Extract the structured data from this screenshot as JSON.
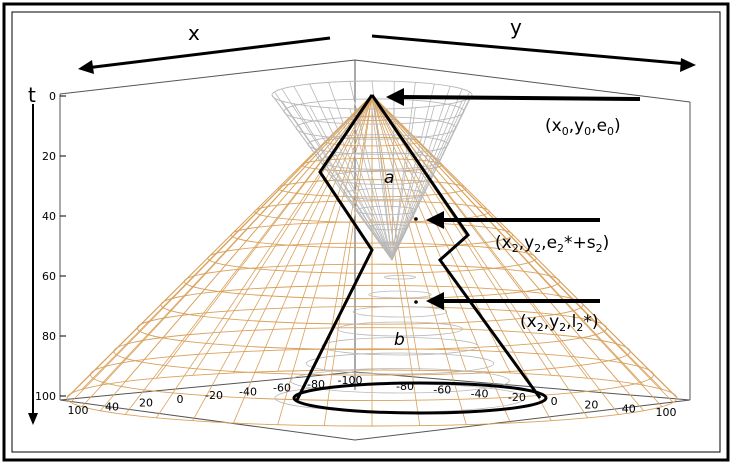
{
  "axes": {
    "x_label": "x",
    "y_label": "y",
    "t_label": "t",
    "t_ticks": [
      "0",
      "20",
      "40",
      "60",
      "80",
      "100"
    ],
    "left_base_ticks": [
      "100",
      "40",
      "20",
      "0",
      "-20",
      "-40",
      "-60",
      "-80",
      "-100"
    ],
    "right_base_ticks": [
      "-80",
      "-60",
      "-40",
      "-20",
      "0",
      "20",
      "40",
      "100"
    ]
  },
  "regions": {
    "upper": "a",
    "lower": "b"
  },
  "annotations": {
    "apex": {
      "base": "(x",
      "s1": "0",
      "m1": ",y",
      "s2": "0",
      "m2": ",e",
      "s3": "0",
      "end": ")"
    },
    "middle": {
      "base": "(x",
      "s1": "2",
      "m1": ",y",
      "s2": "2",
      "m2": ",e",
      "s3": "2",
      "end": "*+s",
      "s4": "2",
      "close": ")"
    },
    "lower": {
      "base": "(x",
      "s1": "2",
      "m1": ",y",
      "s2": "2",
      "m2": ",l",
      "s3": "2",
      "end": "*)"
    }
  },
  "colors": {
    "outer_cone": "#d9a15b",
    "inner_cone": "#b8b8b8",
    "outline": "#000000",
    "frame": "#000000"
  }
}
